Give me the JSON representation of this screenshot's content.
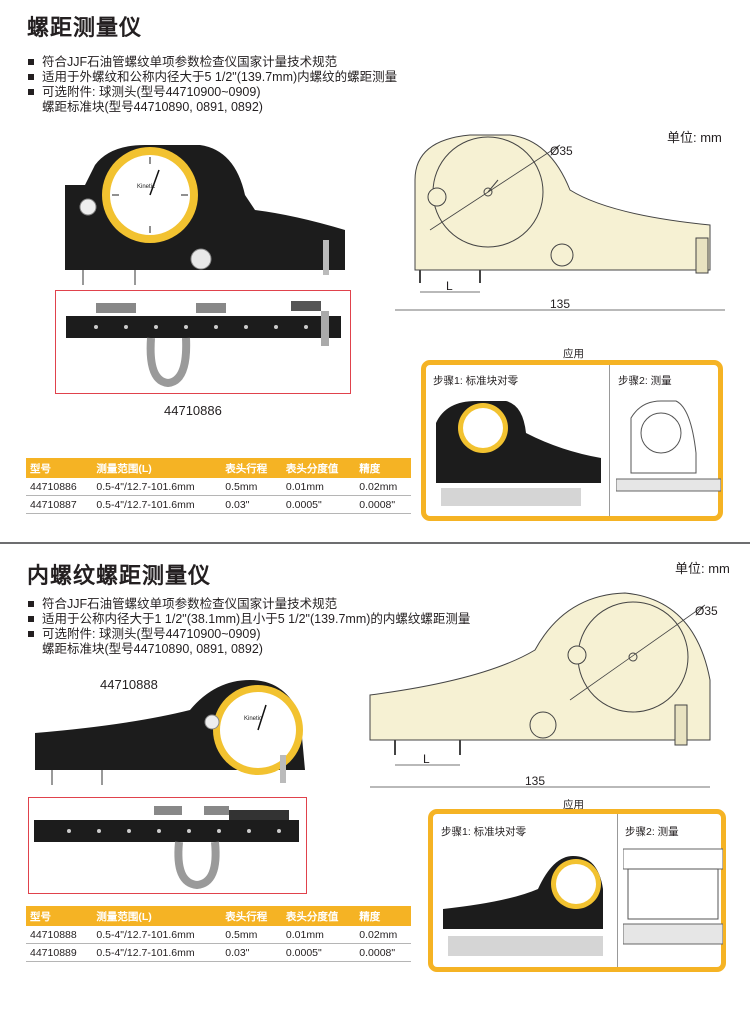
{
  "section1": {
    "title": "螺距测量仪",
    "bullets": [
      "符合JJF石油管螺纹单项参数检查仪国家计量技术规范",
      "适用于外螺纹和公称内径大于5 1/2\"(139.7mm)内螺纹的螺距测量",
      "可选附件: 球测头(型号44710900~0909)"
    ],
    "bullet_continuation": "螺距标准块(型号44710890, 0891, 0892)",
    "unit": "单位: mm",
    "model_label": "44710886",
    "drawing": {
      "diameter": "Ø35",
      "l_label": "L",
      "length": "135"
    },
    "application": {
      "caption": "应用",
      "step1": "步骤1: 标准块对零",
      "step2": "步骤2: 测量"
    },
    "table": {
      "headers": [
        "型号",
        "测量范围(L)",
        "表头行程",
        "表头分度值",
        "精度"
      ],
      "rows": [
        [
          "44710886",
          "0.5-4\"/12.7-101.6mm",
          "0.5mm",
          "0.01mm",
          "0.02mm"
        ],
        [
          "44710887",
          "0.5-4\"/12.7-101.6mm",
          "0.03\"",
          "0.0005\"",
          "0.0008\""
        ]
      ]
    }
  },
  "section2": {
    "title": "内螺纹螺距测量仪",
    "bullets": [
      "符合JJF石油管螺纹单项参数检查仪国家计量技术规范",
      "适用于公称内径大于1 1/2\"(38.1mm)且小于5 1/2\"(139.7mm)的内螺纹螺距测量",
      "可选附件: 球测头(型号44710900~0909)"
    ],
    "bullet_continuation": "螺距标准块(型号44710890, 0891, 0892)",
    "unit": "单位: mm",
    "model_label": "44710888",
    "drawing": {
      "diameter": "Ø35",
      "l_label": "L",
      "length": "135"
    },
    "application": {
      "caption": "应用",
      "step1": "步骤1: 标准块对零",
      "step2": "步骤2: 测量"
    },
    "table": {
      "headers": [
        "型号",
        "测量范围(L)",
        "表头行程",
        "表头分度值",
        "精度"
      ],
      "rows": [
        [
          "44710888",
          "0.5-4\"/12.7-101.6mm",
          "0.5mm",
          "0.01mm",
          "0.02mm"
        ],
        [
          "44710889",
          "0.5-4\"/12.7-101.6mm",
          "0.03\"",
          "0.0005\"",
          "0.0008\""
        ]
      ]
    }
  },
  "gauge_brand": "Kinetic",
  "colors": {
    "accent": "#f5b324",
    "cream": "#f6f1d3",
    "red_box": "#e0424c",
    "dark": "#231f20"
  }
}
